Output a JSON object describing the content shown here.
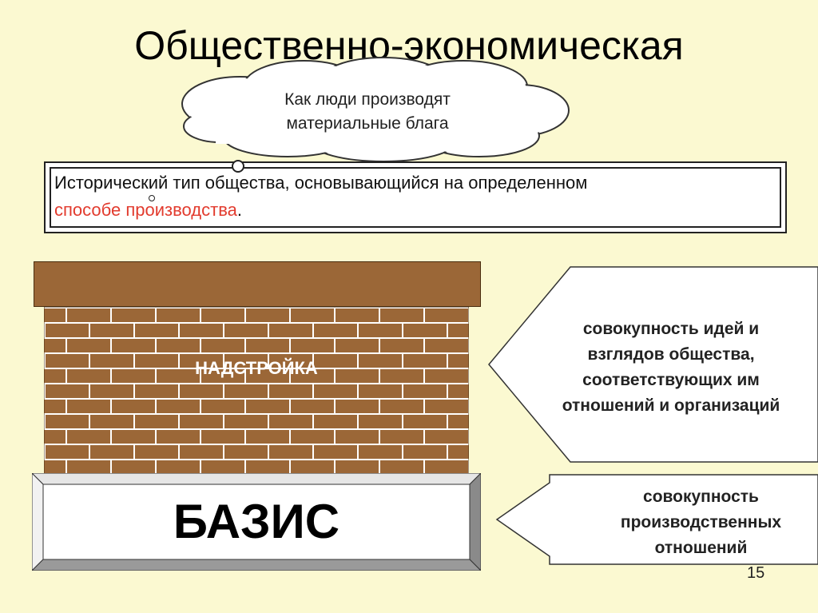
{
  "slide": {
    "title": "Общественно-экономическая",
    "page_number": "15"
  },
  "cloud": {
    "line1": "Как люди производят",
    "line2": "материальные блага"
  },
  "definition": {
    "text_plain": "Исторический тип общества, основывающийся на определенном",
    "text_red": "способе производства",
    "text_end": "."
  },
  "building": {
    "superstructure_label": "НАДСТРОЙКА",
    "basis_label": "БАЗИС"
  },
  "arrows": {
    "superstructure_desc": [
      "совокупность идей и",
      "взглядов общества,",
      "соответствующих им",
      "отношений и организаций"
    ],
    "basis_desc": [
      "совокупность",
      "производственных",
      "отношений"
    ]
  },
  "colors": {
    "background": "#fbf9d1",
    "brick": "#9b6737",
    "mortar": "#ffffff",
    "accent_red": "#e23b2e"
  }
}
